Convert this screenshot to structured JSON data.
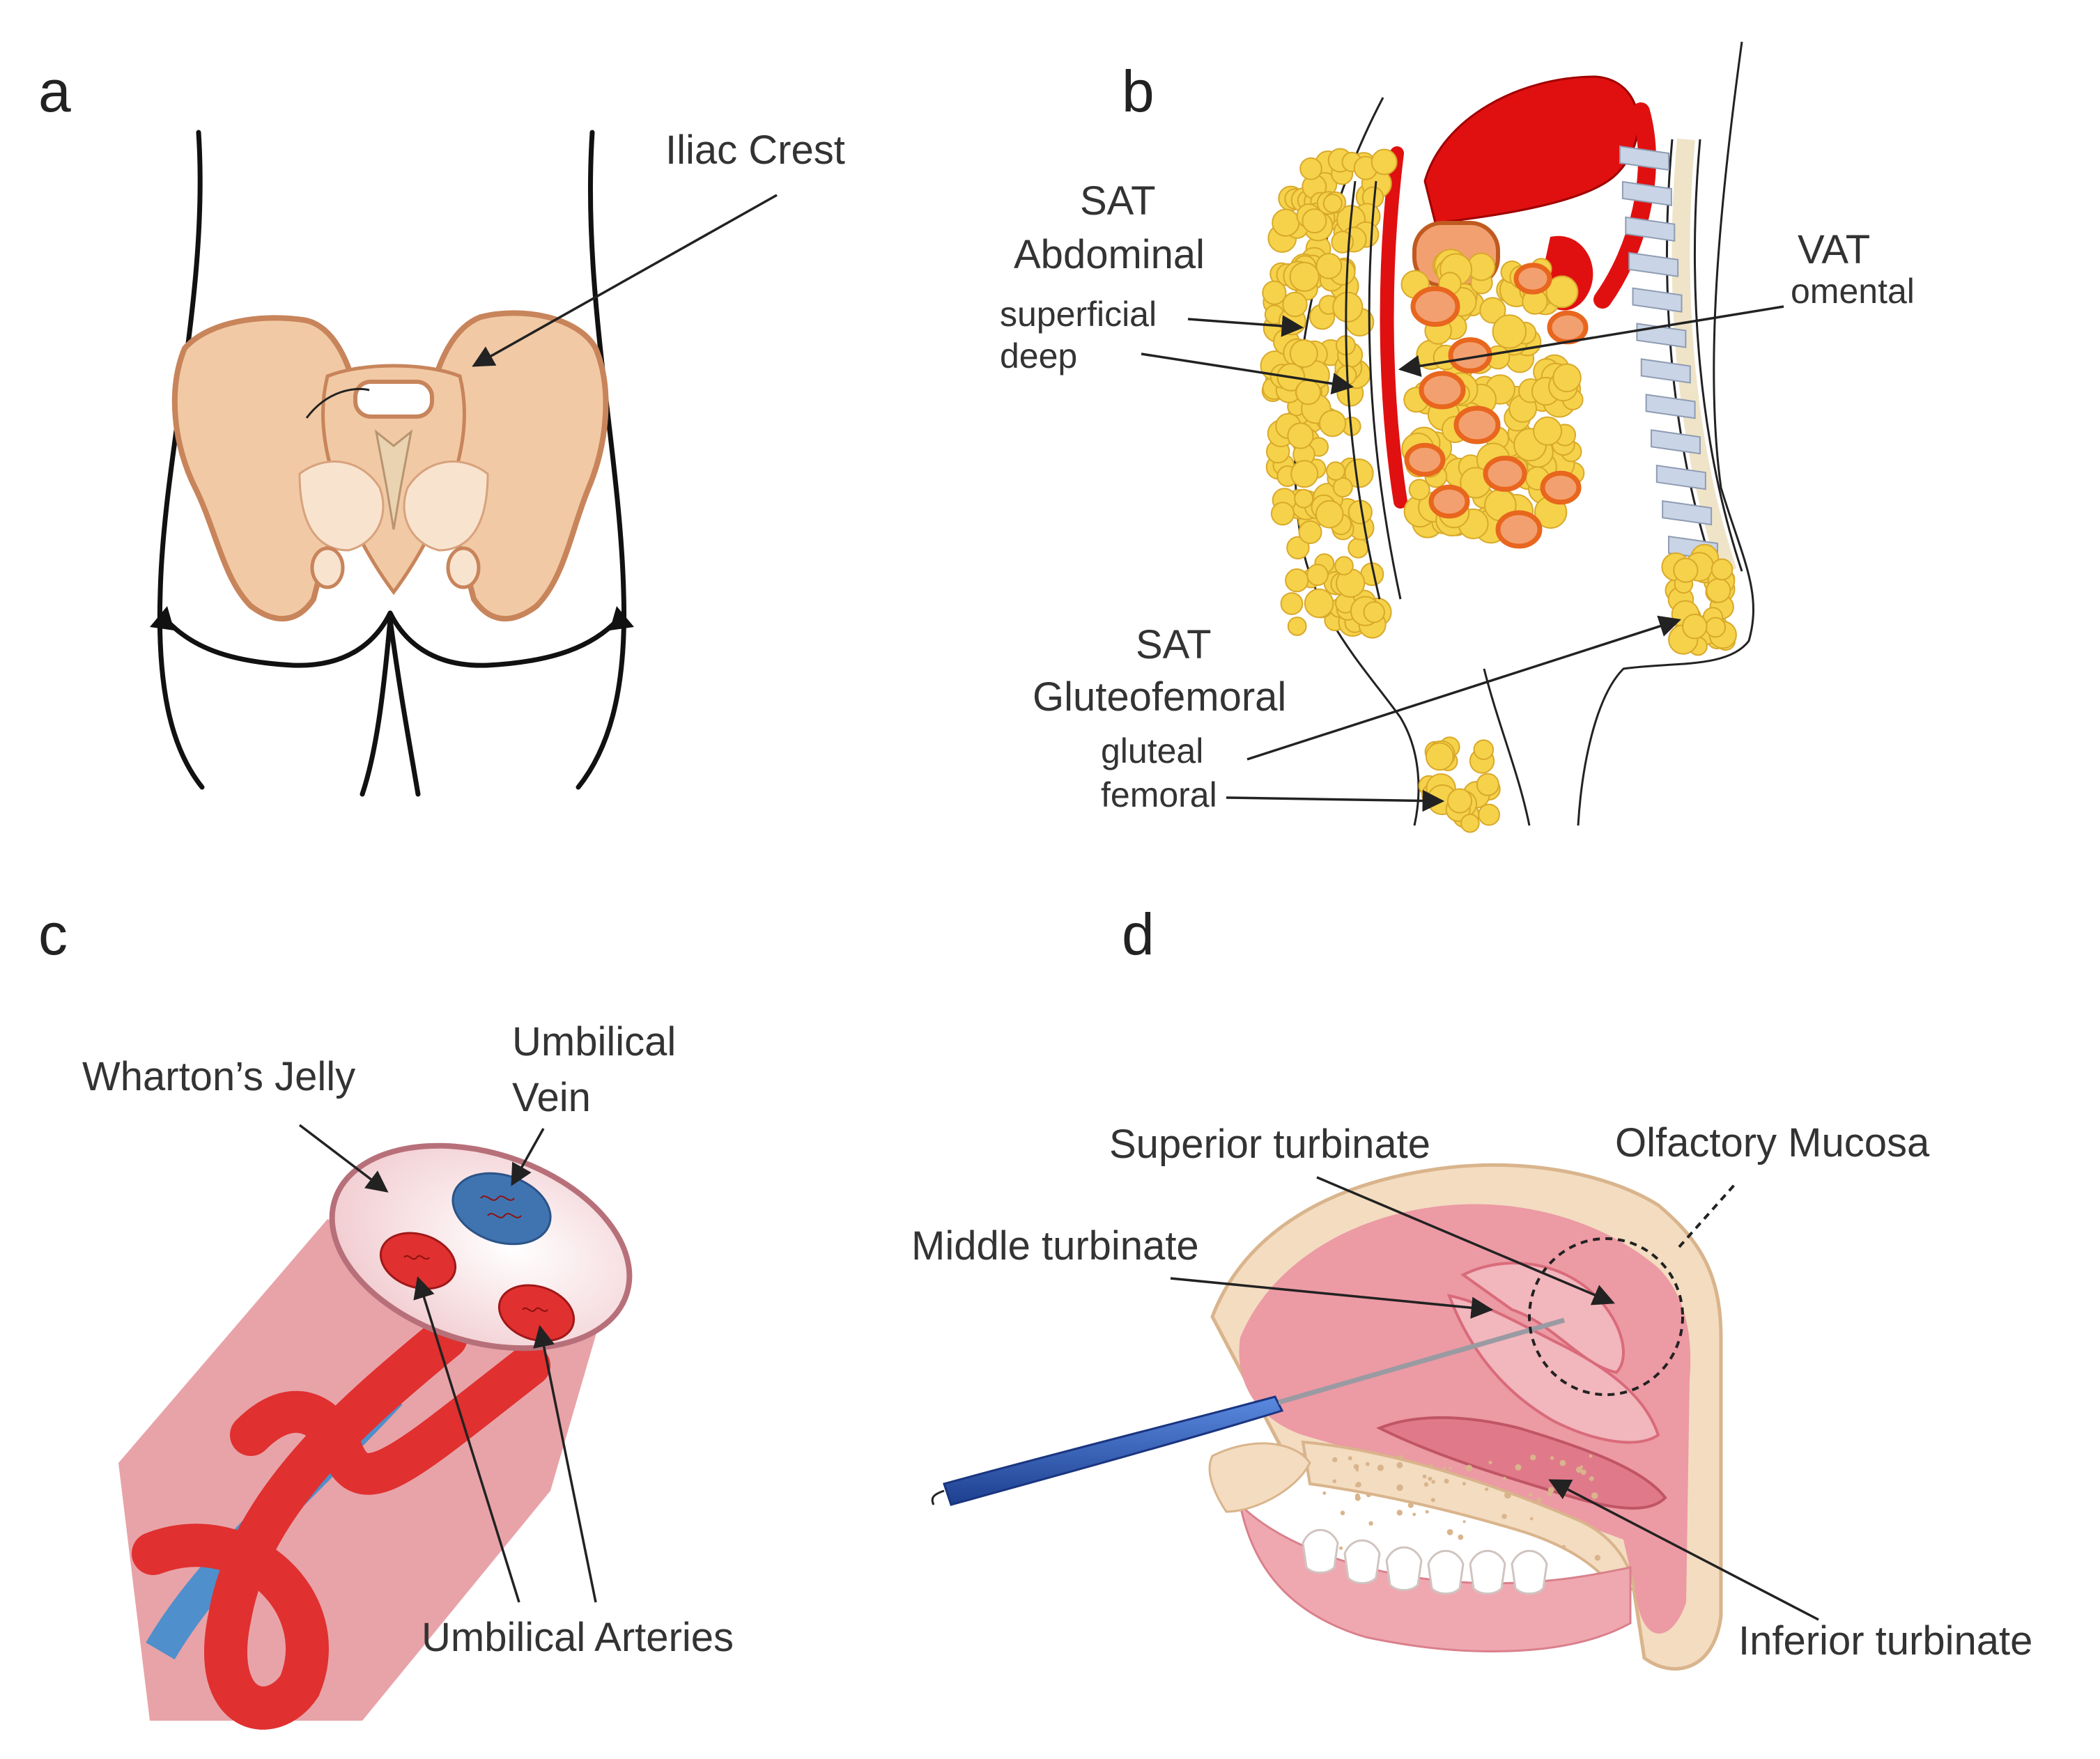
{
  "panels": {
    "a": {
      "letter": "a",
      "labels": {
        "iliac_crest": "Iliac Crest"
      },
      "colors": {
        "bone": "#f1c9a5",
        "bone_outline": "#c8845a",
        "bone_light": "#f8e3cf"
      }
    },
    "b": {
      "letter": "b",
      "labels": {
        "sat": "SAT",
        "abdominal": "Abdominal",
        "superficial": "superficial",
        "deep": "deep",
        "vat": "VAT",
        "omental": "omental",
        "sat_g": "SAT",
        "gluteofemoral": "Gluteofemoral",
        "gluteal": "gluteal",
        "femoral": "femoral"
      },
      "colors": {
        "fat": "#f5d24a",
        "fat_outline": "#d9a92a",
        "organ_red": "#e01010",
        "organ_orange": "#e8661e",
        "spine": "#c9d4e6"
      }
    },
    "c": {
      "letter": "c",
      "labels": {
        "whartons_jelly": "Wharton’s Jelly",
        "umbilical_vein_1": "Umbilical",
        "umbilical_vein_2": "Vein",
        "umbilical_arteries": "Umbilical Arteries"
      },
      "colors": {
        "cord": "#e8a3a8",
        "artery": "#e03030",
        "vein": "#3f74b0",
        "jelly": "#f6e1e4"
      }
    },
    "d": {
      "letter": "d",
      "labels": {
        "superior_turbinate": "Superior turbinate",
        "olfactory_mucosa": "Olfactory Mucosa",
        "middle_turbinate": "Middle turbinate",
        "inferior_turbinate": "Inferior turbinate"
      },
      "colors": {
        "mucosa": "#ec9aa4",
        "mucosa_dark": "#d96b7a",
        "bone": "#f3dcc0",
        "instrument": "#2e5fbf"
      }
    }
  }
}
